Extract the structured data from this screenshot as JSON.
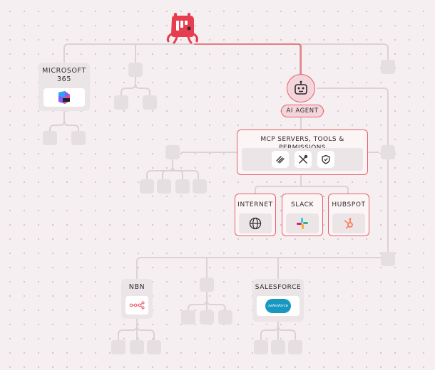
{
  "nodes": {
    "microsoft": {
      "label": "MICROSOFT 365",
      "logo_text": "M365"
    },
    "agent": {
      "label": "AI AGENT"
    },
    "mcp": {
      "label": "MCP SERVERS, TOOLS & PERMISSIONS",
      "tools": [
        "link-icon",
        "tools-icon",
        "shield-icon"
      ]
    },
    "internet": {
      "label": "INTERNET",
      "icon": "globe-icon"
    },
    "slack": {
      "label": "SLACK",
      "icon": "slack-icon"
    },
    "hubspot": {
      "label": "HUBSPOT",
      "icon": "hubspot-icon"
    },
    "nbn": {
      "label": "NBN",
      "icon": "network-icon"
    },
    "salesforce": {
      "label": "SALESFORCE",
      "logo_text": "salesforce"
    }
  },
  "colors": {
    "accent": "#e85f6a",
    "connector": "#dcd2d5",
    "placeholder": "#e5dfe1",
    "background": "#f6eff1"
  }
}
